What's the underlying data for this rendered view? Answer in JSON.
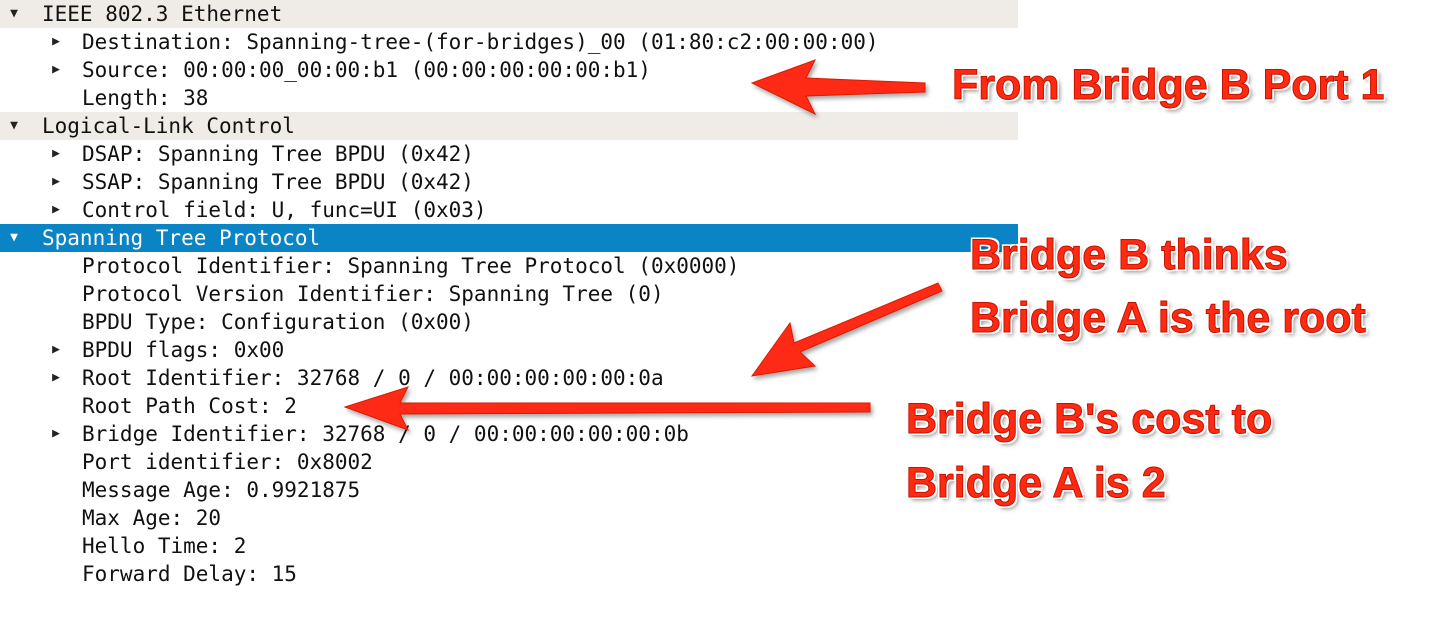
{
  "tree": {
    "rows": [
      {
        "text": "IEEE 802.3 Ethernet",
        "level": 0,
        "state": "expanded",
        "style": "section"
      },
      {
        "text": "Destination: Spanning-tree-(for-bridges)_00 (01:80:c2:00:00:00)",
        "level": 1,
        "state": "collapsed"
      },
      {
        "text": "Source: 00:00:00_00:00:b1 (00:00:00:00:00:b1)",
        "level": 1,
        "state": "collapsed"
      },
      {
        "text": "Length: 38",
        "level": 1,
        "state": "leaf"
      },
      {
        "text": "Logical-Link Control",
        "level": 0,
        "state": "expanded",
        "style": "section"
      },
      {
        "text": "DSAP: Spanning Tree BPDU (0x42)",
        "level": 1,
        "state": "collapsed"
      },
      {
        "text": "SSAP: Spanning Tree BPDU (0x42)",
        "level": 1,
        "state": "collapsed"
      },
      {
        "text": "Control field: U, func=UI (0x03)",
        "level": 1,
        "state": "collapsed"
      },
      {
        "text": "Spanning Tree Protocol",
        "level": 0,
        "state": "expanded",
        "style": "selected"
      },
      {
        "text": "Protocol Identifier: Spanning Tree Protocol (0x0000)",
        "level": 1,
        "state": "leaf"
      },
      {
        "text": "Protocol Version Identifier: Spanning Tree (0)",
        "level": 1,
        "state": "leaf"
      },
      {
        "text": "BPDU Type: Configuration (0x00)",
        "level": 1,
        "state": "leaf"
      },
      {
        "text": "BPDU flags: 0x00",
        "level": 1,
        "state": "collapsed"
      },
      {
        "text": "Root Identifier: 32768 / 0 / 00:00:00:00:00:0a",
        "level": 1,
        "state": "collapsed"
      },
      {
        "text": "Root Path Cost: 2",
        "level": 1,
        "state": "leaf"
      },
      {
        "text": "Bridge Identifier: 32768 / 0 / 00:00:00:00:00:0b",
        "level": 1,
        "state": "collapsed"
      },
      {
        "text": "Port identifier: 0x8002",
        "level": 1,
        "state": "leaf"
      },
      {
        "text": "Message Age: 0.9921875",
        "level": 1,
        "state": "leaf"
      },
      {
        "text": "Max Age: 20",
        "level": 1,
        "state": "leaf"
      },
      {
        "text": "Hello Time: 2",
        "level": 1,
        "state": "leaf"
      },
      {
        "text": "Forward Delay: 15",
        "level": 1,
        "state": "leaf"
      }
    ]
  },
  "annotations": {
    "from_bridge": "From Bridge B Port 1",
    "thinks_line1": "Bridge B thinks",
    "thinks_line2": "Bridge A is the root",
    "cost_line1": "Bridge B's cost to",
    "cost_line2": "Bridge A is 2",
    "color": "#ff2a12"
  },
  "colors": {
    "section_bg": "#efebe7",
    "selected_bg": "#0a84c4"
  }
}
